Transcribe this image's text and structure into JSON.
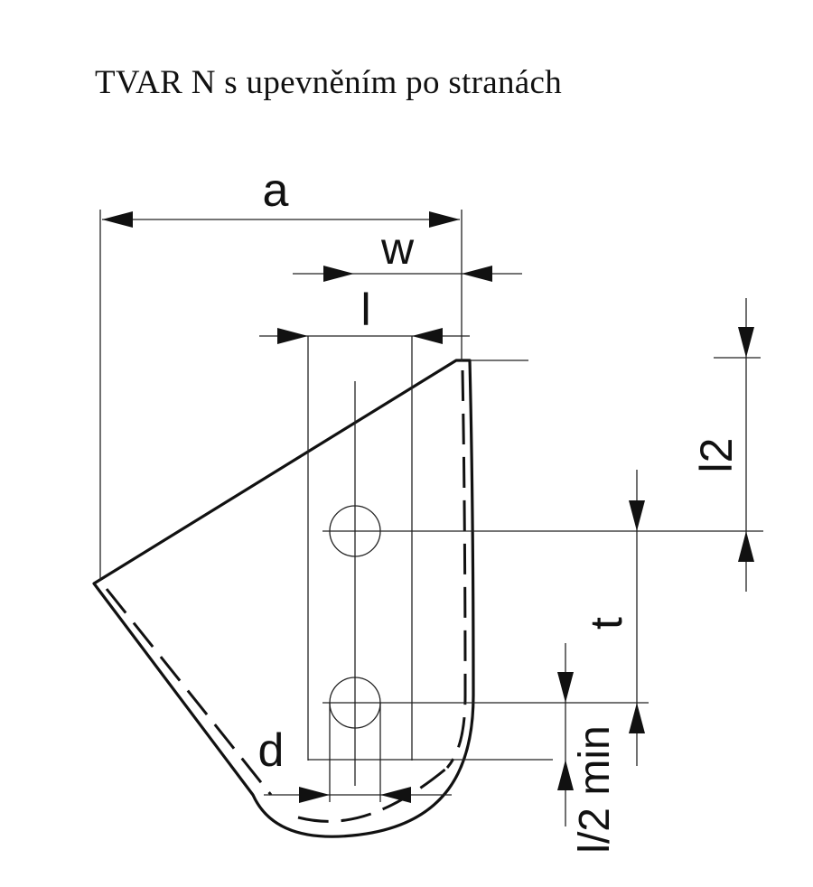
{
  "title": "TVAR N s upevněním po stranách",
  "labels": {
    "a": "a",
    "w": "w",
    "l": "l",
    "l2": "l2",
    "t": "t",
    "d": "d",
    "l2min": "l/2 min"
  },
  "colors": {
    "ink": "#111111",
    "background": "#ffffff"
  }
}
